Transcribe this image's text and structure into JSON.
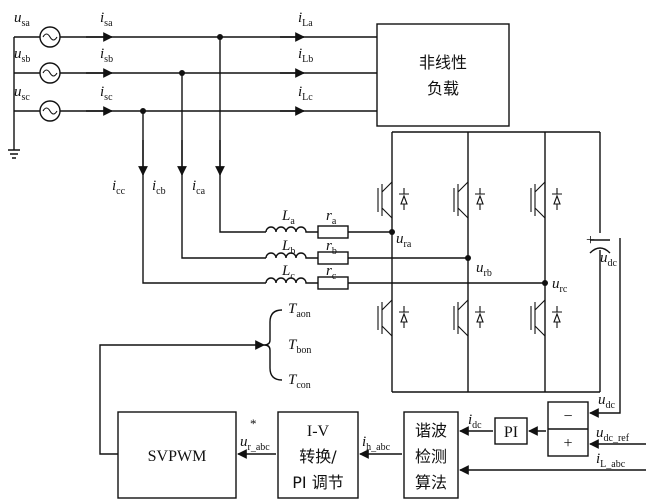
{
  "labels": {
    "u_sa": {
      "main": "u",
      "sub": "sa"
    },
    "u_sb": {
      "main": "u",
      "sub": "sb"
    },
    "u_sc": {
      "main": "u",
      "sub": "sc"
    },
    "i_sa": {
      "main": "i",
      "sub": "sa"
    },
    "i_sb": {
      "main": "i",
      "sub": "sb"
    },
    "i_sc": {
      "main": "i",
      "sub": "sc"
    },
    "i_La": {
      "main": "i",
      "sub": "La"
    },
    "i_Lb": {
      "main": "i",
      "sub": "Lb"
    },
    "i_Lc": {
      "main": "i",
      "sub": "Lc"
    },
    "i_cc": {
      "main": "i",
      "sub": "cc"
    },
    "i_cb": {
      "main": "i",
      "sub": "cb"
    },
    "i_ca": {
      "main": "i",
      "sub": "ca"
    },
    "L_a": {
      "main": "L",
      "sub": "a"
    },
    "L_b": {
      "main": "L",
      "sub": "b"
    },
    "L_c": {
      "main": "L",
      "sub": "c"
    },
    "r_a": {
      "main": "r",
      "sub": "a"
    },
    "r_b": {
      "main": "r",
      "sub": "b"
    },
    "r_c": {
      "main": "r",
      "sub": "c"
    },
    "u_ra": {
      "main": "u",
      "sub": "ra"
    },
    "u_rb": {
      "main": "u",
      "sub": "rb"
    },
    "u_rc": {
      "main": "u",
      "sub": "rc"
    },
    "u_dc_cap": {
      "main": "u",
      "sub": "dc"
    },
    "u_dc_fb": {
      "main": "u",
      "sub": "dc"
    },
    "u_dc_ref": {
      "main": "u",
      "sub": "dc_ref"
    },
    "i_L_abc": {
      "main": "i",
      "sub": "L_abc"
    },
    "i_dc": {
      "main": "i",
      "sub": "dc"
    },
    "i_h_abc": {
      "main": "i",
      "sub": "h_abc"
    },
    "u_r_abc": {
      "main": "u",
      "sub": "r_abc",
      "sup": "*"
    },
    "T_aon": {
      "main": "T",
      "sub": "aon"
    },
    "T_bon": {
      "main": "T",
      "sub": "bon"
    },
    "T_con": {
      "main": "T",
      "sub": "con"
    }
  },
  "blocks": {
    "load": {
      "line1": "非线性",
      "line2": "负载"
    },
    "svpwm": "SVPWM",
    "iv_converter": {
      "line1": "I-V",
      "line2": "转换/",
      "line3": "PI 调节"
    },
    "harmonic_detect": {
      "line1": "谐波",
      "line2": "检测",
      "line3": "算法"
    },
    "pi": "PI",
    "sum_minus": "−",
    "sum_plus": "+",
    "cap_plus": "+"
  }
}
